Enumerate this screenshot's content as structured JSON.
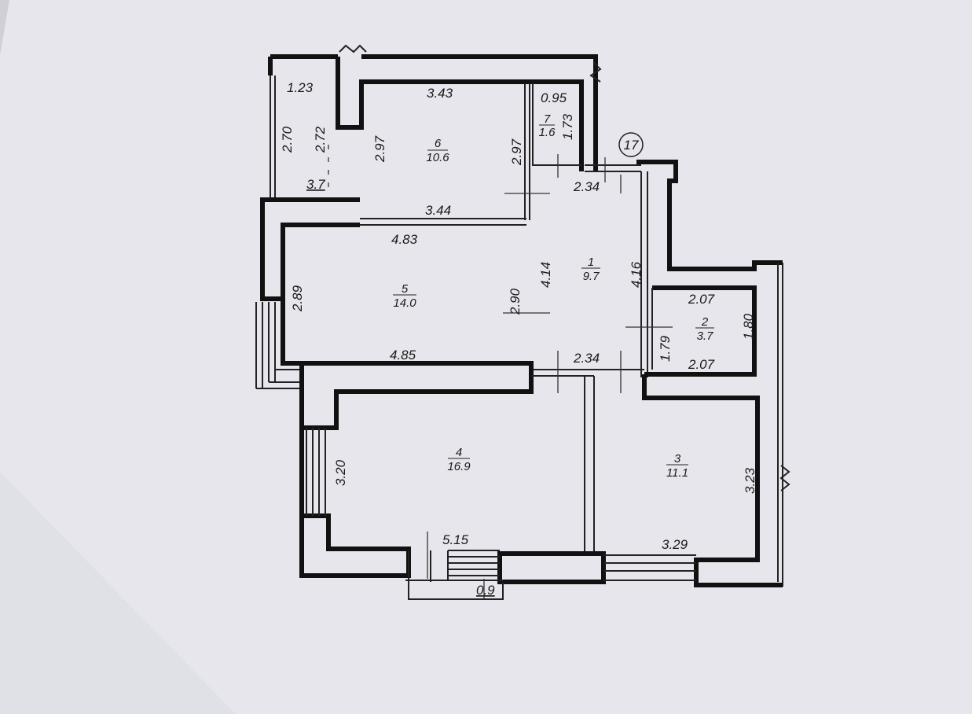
{
  "plan_number": "17",
  "rooms": [
    {
      "number": "1",
      "area": "9.7"
    },
    {
      "number": "2",
      "area": "3.7"
    },
    {
      "number": "3",
      "area": "11.1"
    },
    {
      "number": "4",
      "area": "16.9"
    },
    {
      "number": "5",
      "area": "14.0"
    },
    {
      "number": "6",
      "area": "10.6"
    },
    {
      "number": "7",
      "area": "1.6"
    }
  ],
  "dimensions": {
    "balcony_top": "1.23",
    "balcony_left_a": "2.70",
    "balcony_left_b": "2.72",
    "balcony_bottom": "3.7",
    "r6_top": "3.43",
    "r6_left": "2.97",
    "r6_right": "2.97",
    "r6_bottom": "3.44",
    "r7_top": "0.95",
    "r7_right": "1.73",
    "r1_top": "2.34",
    "r1_left": "4.14",
    "r1_right": "4.16",
    "r1_bottom": "2.34",
    "r5_top": "4.83",
    "r5_left": "2.89",
    "r5_right": "2.90",
    "r5_bottom": "4.85",
    "r2_top": "2.07",
    "r2_left": "1.79",
    "r2_right": "1.80",
    "r2_bottom": "2.07",
    "r4_left": "3.20",
    "r4_bottom": "5.15",
    "door_width": "0.9",
    "r3_right": "3.23",
    "r3_bottom": "3.29"
  }
}
